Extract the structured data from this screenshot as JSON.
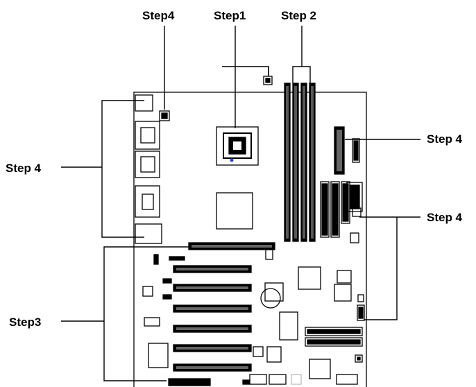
{
  "labels": {
    "step4_top": "Step4",
    "step1": "Step1",
    "step2": "Step 2",
    "step4_left": "Step 4",
    "step4_right_upper": "Step 4",
    "step4_right_lower": "Step 4",
    "step3": "Step3"
  }
}
